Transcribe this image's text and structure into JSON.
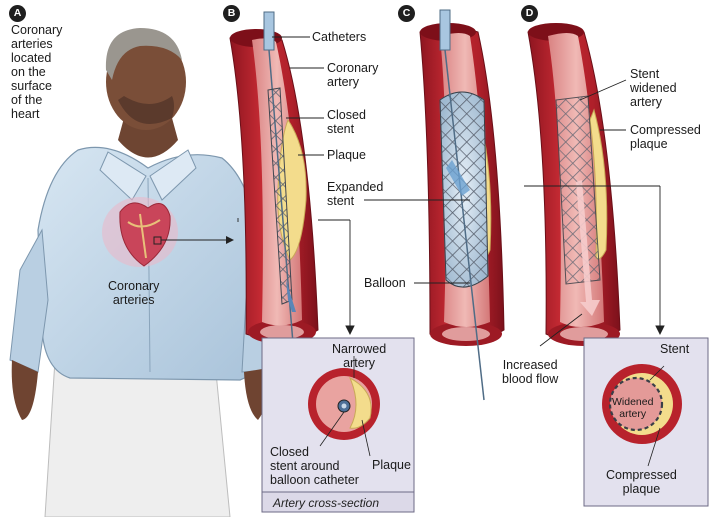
{
  "panels": {
    "a": "A",
    "b": "B",
    "c": "C",
    "d": "D"
  },
  "labels": {
    "coronary_arteries_heart": [
      "Coronary",
      "arteries",
      "located",
      "on the",
      "surface",
      "of the",
      "heart"
    ],
    "coronary_arteries_chest": [
      "Coronary",
      "arteries"
    ],
    "catheters": "Catheters",
    "coronary_artery": [
      "Coronary",
      "artery"
    ],
    "closed_stent": [
      "Closed",
      "stent"
    ],
    "plaque": "Plaque",
    "expanded_stent": [
      "Expanded",
      "stent"
    ],
    "balloon": "Balloon",
    "stent_widened_artery": [
      "Stent",
      "widened",
      "artery"
    ],
    "compressed_plaque": [
      "Compressed",
      "plaque"
    ],
    "narrowed_artery": [
      "Narrowed",
      "artery"
    ],
    "closed_stent_around_catheter": [
      "Closed",
      "stent around",
      "balloon catheter"
    ],
    "plaque_cross_section": "Plaque",
    "artery_cross_section": "Artery cross-section",
    "increased_blood_flow": [
      "Increased",
      "blood flow"
    ],
    "stent_cross_section": "Stent",
    "widened_artery": [
      "Widened",
      "artery"
    ],
    "compressed_plaque_cross_section": [
      "Compressed",
      "plaque"
    ]
  },
  "colors": {
    "artery_red": "#b8222c",
    "artery_inner": "#e8a2a2",
    "plaque_yellow": "#f3dc8c",
    "stent_gray": "#5e6672",
    "shirt_blue": "#c5d9ea",
    "skin": "#7a4e38",
    "inset_bg": "#e3e1ee"
  }
}
